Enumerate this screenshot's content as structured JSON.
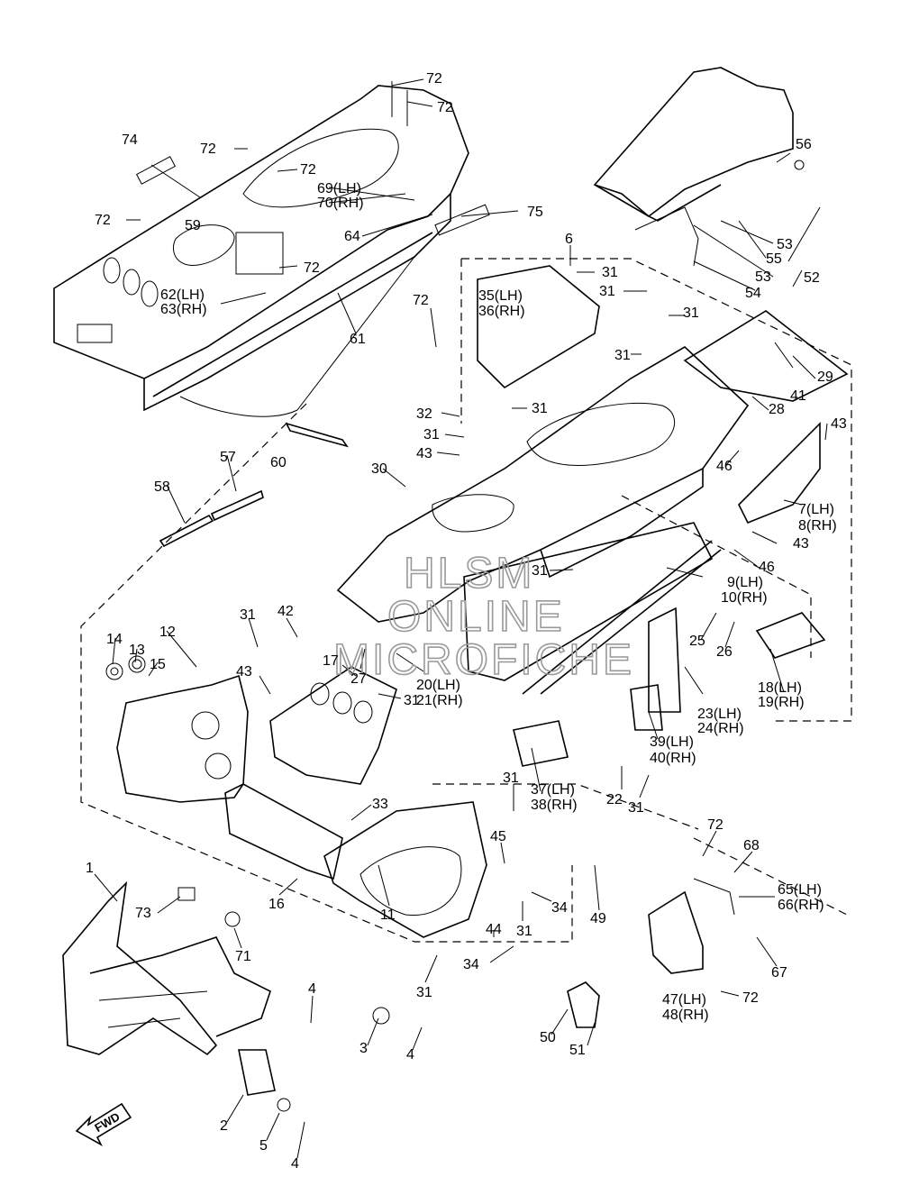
{
  "watermark": {
    "line1": "HLSM",
    "line2": "ONLINE",
    "line3": "MICROFICHE"
  },
  "fwd_label": "FWD",
  "labels": [
    {
      "id": "l72a",
      "text": "72"
    },
    {
      "id": "l72b",
      "text": "72"
    },
    {
      "id": "l74",
      "text": "74"
    },
    {
      "id": "l72c",
      "text": "72"
    },
    {
      "id": "l72d",
      "text": "72"
    },
    {
      "id": "l69",
      "text": "69(LH)"
    },
    {
      "id": "l70",
      "text": "70(RH)"
    },
    {
      "id": "l72e",
      "text": "72"
    },
    {
      "id": "l59",
      "text": "59"
    },
    {
      "id": "l75",
      "text": "75"
    },
    {
      "id": "l64",
      "text": "64"
    },
    {
      "id": "l72f",
      "text": "72"
    },
    {
      "id": "l62",
      "text": "62(LH)"
    },
    {
      "id": "l63",
      "text": "63(RH)"
    },
    {
      "id": "l61",
      "text": "61"
    },
    {
      "id": "l56",
      "text": "56"
    },
    {
      "id": "l53a",
      "text": "53"
    },
    {
      "id": "l55",
      "text": "55"
    },
    {
      "id": "l52",
      "text": "52"
    },
    {
      "id": "l53b",
      "text": "53"
    },
    {
      "id": "l54",
      "text": "54"
    },
    {
      "id": "l6",
      "text": "6"
    },
    {
      "id": "l31a",
      "text": "31"
    },
    {
      "id": "l35",
      "text": "35(LH)"
    },
    {
      "id": "l36",
      "text": "36(RH)"
    },
    {
      "id": "l31b",
      "text": "31"
    },
    {
      "id": "l72g",
      "text": "72"
    },
    {
      "id": "l31c",
      "text": "31"
    },
    {
      "id": "l31d",
      "text": "31"
    },
    {
      "id": "l41",
      "text": "41"
    },
    {
      "id": "l29",
      "text": "29"
    },
    {
      "id": "l32",
      "text": "32"
    },
    {
      "id": "l31e",
      "text": "31"
    },
    {
      "id": "l31f",
      "text": "31"
    },
    {
      "id": "l28",
      "text": "28"
    },
    {
      "id": "l43a",
      "text": "43"
    },
    {
      "id": "l43b",
      "text": "43"
    },
    {
      "id": "l60",
      "text": "60"
    },
    {
      "id": "l46a",
      "text": "46"
    },
    {
      "id": "l7",
      "text": "7(LH)"
    },
    {
      "id": "l8",
      "text": "8(RH)"
    },
    {
      "id": "l57",
      "text": "57"
    },
    {
      "id": "l30",
      "text": "30"
    },
    {
      "id": "l58",
      "text": "58"
    },
    {
      "id": "l43c",
      "text": "43"
    },
    {
      "id": "l46b",
      "text": "46"
    },
    {
      "id": "l31g",
      "text": "31"
    },
    {
      "id": "l9",
      "text": "9(LH)"
    },
    {
      "id": "l10",
      "text": "10(RH)"
    },
    {
      "id": "l31h",
      "text": "31"
    },
    {
      "id": "l42",
      "text": "42"
    },
    {
      "id": "l12",
      "text": "12"
    },
    {
      "id": "l25",
      "text": "25"
    },
    {
      "id": "l26",
      "text": "26"
    },
    {
      "id": "l14",
      "text": "14"
    },
    {
      "id": "l13",
      "text": "13"
    },
    {
      "id": "l15",
      "text": "15"
    },
    {
      "id": "l17",
      "text": "17"
    },
    {
      "id": "l27",
      "text": "27"
    },
    {
      "id": "l20",
      "text": "20(LH)"
    },
    {
      "id": "l21",
      "text": "21(RH)"
    },
    {
      "id": "l18",
      "text": "18(LH)"
    },
    {
      "id": "l19",
      "text": "19(RH)"
    },
    {
      "id": "l43d",
      "text": "43"
    },
    {
      "id": "l31i",
      "text": "31"
    },
    {
      "id": "l23",
      "text": "23(LH)"
    },
    {
      "id": "l24",
      "text": "24(RH)"
    },
    {
      "id": "l39",
      "text": "39(LH)"
    },
    {
      "id": "l40",
      "text": "40(RH)"
    },
    {
      "id": "l37",
      "text": "37(LH)"
    },
    {
      "id": "l38",
      "text": "38(RH)"
    },
    {
      "id": "l31j",
      "text": "31"
    },
    {
      "id": "l22",
      "text": "22"
    },
    {
      "id": "l31k",
      "text": "31"
    },
    {
      "id": "l33",
      "text": "33"
    },
    {
      "id": "l72h",
      "text": "72"
    },
    {
      "id": "l68",
      "text": "68"
    },
    {
      "id": "l45",
      "text": "45"
    },
    {
      "id": "l1",
      "text": "1"
    },
    {
      "id": "l65",
      "text": "65(LH)"
    },
    {
      "id": "l66",
      "text": "66(RH)"
    },
    {
      "id": "l73",
      "text": "73"
    },
    {
      "id": "l16",
      "text": "16"
    },
    {
      "id": "l11",
      "text": "11"
    },
    {
      "id": "l34a",
      "text": "34"
    },
    {
      "id": "l49",
      "text": "49"
    },
    {
      "id": "l44",
      "text": "44"
    },
    {
      "id": "l31l",
      "text": "31"
    },
    {
      "id": "l71",
      "text": "71"
    },
    {
      "id": "l67",
      "text": "67"
    },
    {
      "id": "l34b",
      "text": "34"
    },
    {
      "id": "l4a",
      "text": "4"
    },
    {
      "id": "l31m",
      "text": "31"
    },
    {
      "id": "l72i",
      "text": "72"
    },
    {
      "id": "l47",
      "text": "47(LH)"
    },
    {
      "id": "l48",
      "text": "48(RH)"
    },
    {
      "id": "l3",
      "text": "3"
    },
    {
      "id": "l4b",
      "text": "4"
    },
    {
      "id": "l50",
      "text": "50"
    },
    {
      "id": "l51",
      "text": "51"
    },
    {
      "id": "l2",
      "text": "2"
    },
    {
      "id": "l5",
      "text": "5"
    },
    {
      "id": "l4c",
      "text": "4"
    }
  ]
}
